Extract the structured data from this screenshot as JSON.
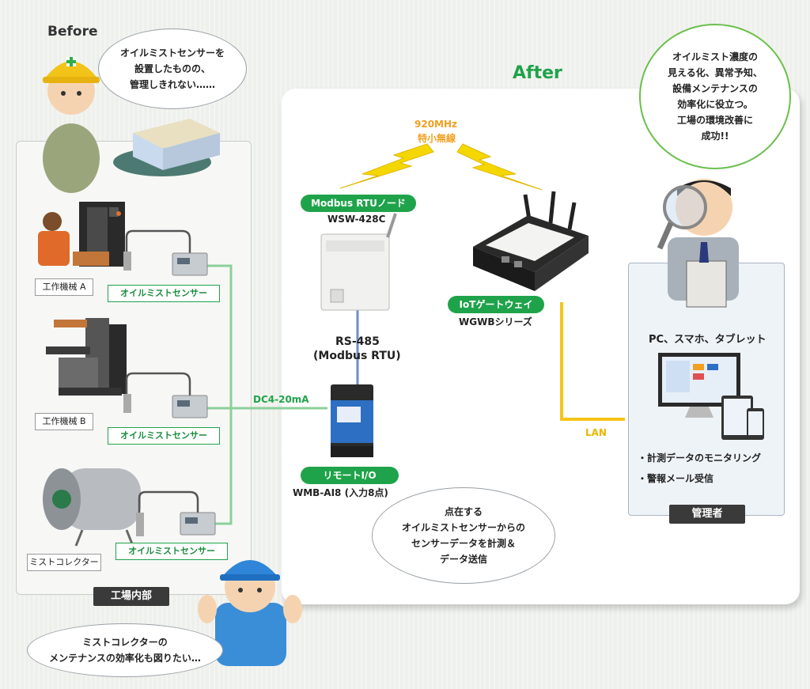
{
  "before_title": "Before",
  "after_title": "After",
  "before_bubble": "オイルミストセンサーを\n設置したものの、\n管理しきれない……",
  "after_bubble": "オイルミスト濃度の\n見える化、異常予知、\n設備メンテナンスの\n効率化に役立つ。\n工場の環境改善に\n成功!!",
  "bottom_bubble": "ミストコレクターの\nメンテナンスの効率化も図りたい…",
  "center_bubble": "点在する\nオイルミストセンサーからの\nセンサーデータを計測＆\nデータ送信",
  "machines": [
    {
      "name": "工作機械 A",
      "sensor": "オイルミストセンサー"
    },
    {
      "name": "工作機械 B",
      "sensor": "オイルミストセンサー"
    },
    {
      "name": "ミストコレクター",
      "sensor": "オイルミストセンサー"
    }
  ],
  "factory_label": "工場内部",
  "dc_label": "DC4-20mA",
  "wireless": {
    "line1": "920MHz",
    "line2": "特小無線"
  },
  "modbus_node": {
    "tag": "Modbus RTUノード",
    "model": "WSW-428C"
  },
  "rs485": {
    "line1": "RS-485",
    "line2": "(Modbus RTU)"
  },
  "remote_io": {
    "tag": "リモートI/O",
    "model": "WMB-AI8 (入力8点)"
  },
  "gateway": {
    "tag": "IoTゲートウェイ",
    "model": "WGWBシリーズ"
  },
  "lan_label": "LAN",
  "admin": {
    "devices": "PC、スマホ、タブレット",
    "feature1": "・計測データのモニタリング",
    "feature2": "・警報メール受信",
    "label": "管理者"
  },
  "colors": {
    "green": "#1fa34a",
    "accent_orange": "#f0a020",
    "lan_yellow": "#f5c518",
    "dark": "#3a3a3a"
  }
}
